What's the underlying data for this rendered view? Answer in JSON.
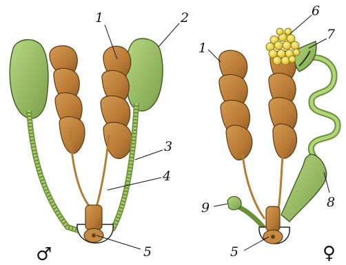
{
  "diagram": {
    "labels": {
      "l1_male": "1",
      "l2": "2",
      "l3": "3",
      "l4": "4",
      "l5_male": "5",
      "l1_female": "1",
      "l6": "6",
      "l7": "7",
      "l8": "8",
      "l9": "9",
      "l5_female": "5"
    },
    "symbols": {
      "male": "♂",
      "female": "♀"
    },
    "colors": {
      "kidney": "#b87a35",
      "kidney_dark": "#7a4c1c",
      "testis": "#8fb35a",
      "duct_green": "#9dc36a",
      "ureter": "#c99150",
      "ovary": "#e8d24a",
      "outline": "#3a2a14"
    }
  }
}
